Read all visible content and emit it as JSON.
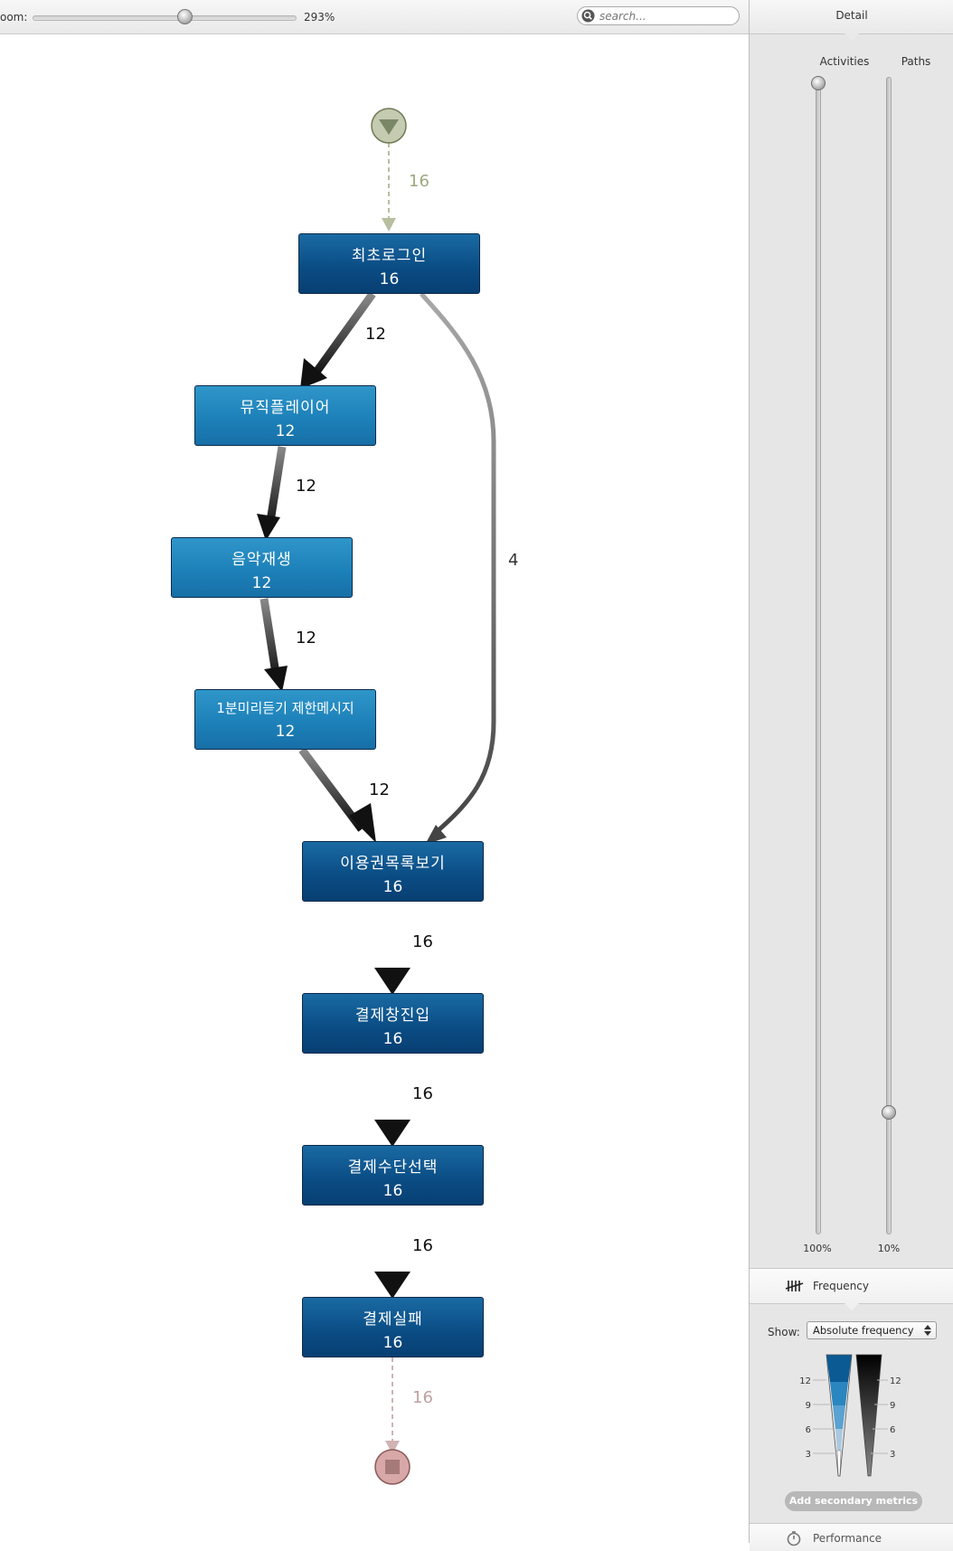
{
  "toolbar": {
    "zoom_label": "oom:",
    "zoom_value": "293%",
    "search_placeholder": "search..."
  },
  "panel": {
    "header": "Detail",
    "activities_label": "Activities",
    "paths_label": "Paths",
    "activities_pct": "100%",
    "paths_pct": "10%",
    "frequency_label": "Frequency",
    "show_label": "Show:",
    "show_value": "Absolute frequency",
    "legend_ticks": [
      "12",
      "9",
      "6",
      "3"
    ],
    "add_button": "Add secondary metrics",
    "performance_label": "Performance"
  },
  "map": {
    "nodes": [
      {
        "label": "최초로그인",
        "count": "16"
      },
      {
        "label": "뮤직플레이어",
        "count": "12"
      },
      {
        "label": "음악재생",
        "count": "12"
      },
      {
        "label": "1분미리듣기 제한메시지",
        "count": "12"
      },
      {
        "label": "이용권목록보기",
        "count": "16"
      },
      {
        "label": "결제창진입",
        "count": "16"
      },
      {
        "label": "결제수단선택",
        "count": "16"
      },
      {
        "label": "결제실패",
        "count": "16"
      }
    ],
    "edges": {
      "start": "16",
      "e1": "12",
      "e2": "12",
      "e3": "12",
      "e4": "12",
      "bypass": "4",
      "e5": "16",
      "e6": "16",
      "e7": "16",
      "end": "16"
    }
  },
  "colors": {
    "node_dark": "#0a4b83",
    "node_light": "#1c7fb8",
    "start_node": "#c4cbb0",
    "end_node": "#d8a7a7"
  }
}
